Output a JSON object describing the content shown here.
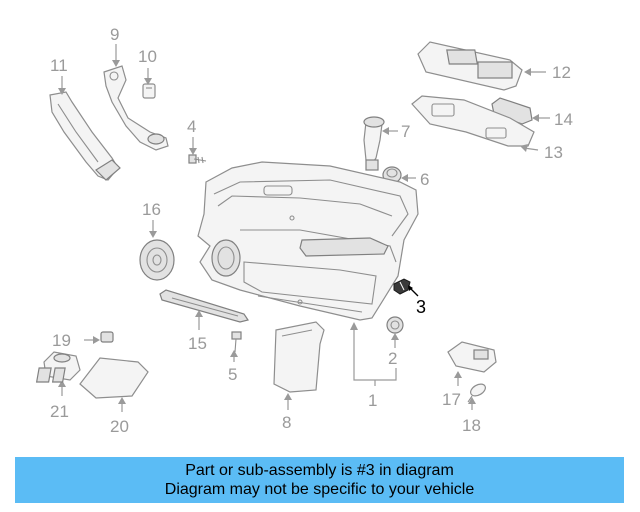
{
  "diagram": {
    "callouts": [
      {
        "id": "1",
        "label": "1"
      },
      {
        "id": "2",
        "label": "2"
      },
      {
        "id": "3",
        "label": "3",
        "highlighted": true
      },
      {
        "id": "4",
        "label": "4"
      },
      {
        "id": "5",
        "label": "5"
      },
      {
        "id": "6",
        "label": "6"
      },
      {
        "id": "7",
        "label": "7"
      },
      {
        "id": "8",
        "label": "8"
      },
      {
        "id": "9",
        "label": "9"
      },
      {
        "id": "10",
        "label": "10"
      },
      {
        "id": "11",
        "label": "11"
      },
      {
        "id": "12",
        "label": "12"
      },
      {
        "id": "13",
        "label": "13"
      },
      {
        "id": "14",
        "label": "14"
      },
      {
        "id": "15",
        "label": "15"
      },
      {
        "id": "16",
        "label": "16"
      },
      {
        "id": "17",
        "label": "17"
      },
      {
        "id": "18",
        "label": "18"
      },
      {
        "id": "19",
        "label": "19"
      },
      {
        "id": "20",
        "label": "20"
      },
      {
        "id": "21",
        "label": "21"
      }
    ],
    "colors": {
      "highlight_callout": "#000000",
      "callout": "#9a9a9a",
      "line": "#8e8e8e"
    }
  },
  "banner": {
    "line1": "Part or sub-assembly is #3 in diagram",
    "line2": "Diagram may not be specific to your vehicle",
    "background": "#5bbcf5"
  }
}
